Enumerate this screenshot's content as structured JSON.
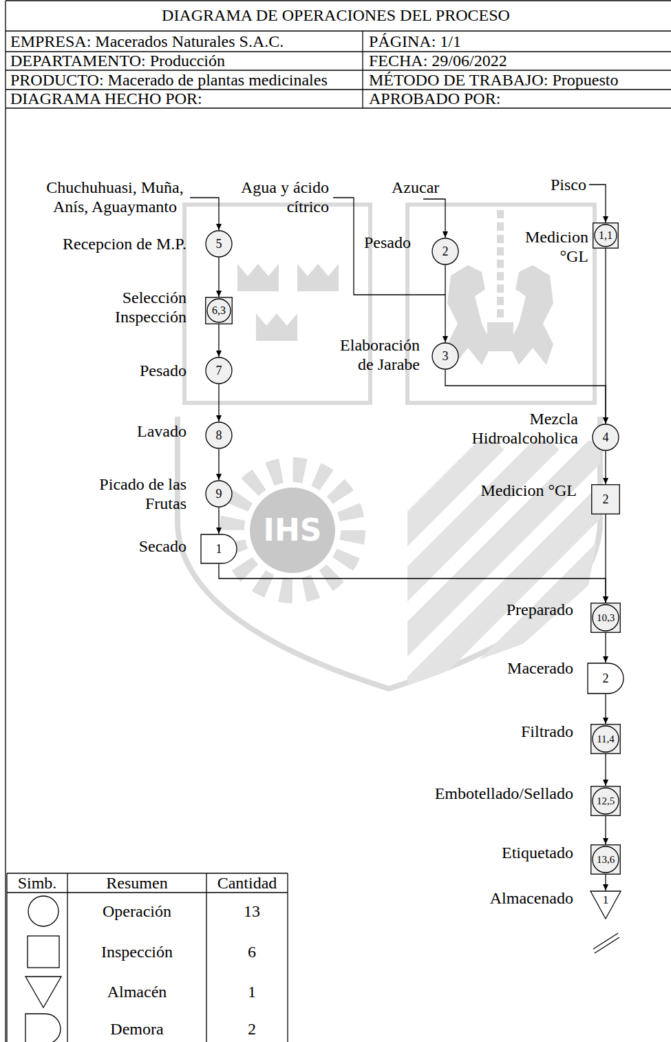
{
  "diagram": {
    "title": "DIAGRAMA DE OPERACIONES DEL PROCESO",
    "nodes": [
      {
        "text": [
          "Recepcion de M.P.",
          "5"
        ]
      },
      {
        "text": [
          "Pesado",
          "2"
        ]
      },
      {
        "text": [
          "Medicion °GL",
          "1,1"
        ]
      },
      {
        "text": [
          "Selección Inspección",
          "6,3"
        ]
      },
      {
        "text": [
          "Elaboración de Jarabe",
          "3"
        ]
      },
      {
        "text": [
          "Pesado",
          "7"
        ]
      },
      {
        "text": [
          "Lavado",
          "8"
        ]
      },
      {
        "text": [
          "Mezcla Hidroalcoholica",
          "4"
        ]
      },
      {
        "text": [
          "Picado de las Frutas",
          "9"
        ]
      },
      {
        "text": [
          "Medicion °GL",
          "2"
        ]
      },
      {
        "text": [
          "Secado",
          "1"
        ]
      },
      {
        "text": [
          "Preparado",
          "10,3"
        ]
      },
      {
        "text": [
          "Macerado",
          "2"
        ]
      },
      {
        "text": [
          "Filtrado",
          "11,4"
        ]
      },
      {
        "text": [
          "Embotellado/Sellado",
          "12,5"
        ]
      },
      {
        "text": [
          "Etiquetado",
          "13,6"
        ]
      },
      {
        "text": [
          "Almacenado",
          "1"
        ]
      }
    ],
    "edges": [
      {
        "from": 0,
        "to": 3,
        "arrow": "to"
      },
      {
        "from": 3,
        "to": 5,
        "arrow": "to"
      },
      {
        "from": 5,
        "to": 6,
        "arrow": "to"
      },
      {
        "from": 6,
        "to": 8,
        "arrow": "to"
      },
      {
        "from": 8,
        "to": 10,
        "arrow": "to"
      },
      {
        "from": 10,
        "to": 11,
        "arrow": "to"
      },
      {
        "from": 1,
        "to": 4,
        "arrow": "to"
      },
      {
        "from": 2,
        "to": 7,
        "arrow": "to"
      },
      {
        "from": 4,
        "to": 7,
        "arrow": "to"
      },
      {
        "from": 7,
        "to": 9,
        "arrow": "to"
      },
      {
        "from": 9,
        "to": 11,
        "arrow": "to"
      },
      {
        "from": 11,
        "to": 12,
        "arrow": "to"
      },
      {
        "from": 12,
        "to": 13,
        "arrow": "to"
      },
      {
        "from": 13,
        "to": 14,
        "arrow": "to"
      },
      {
        "from": 14,
        "to": 15,
        "arrow": "to"
      },
      {
        "from": 15,
        "to": 16,
        "arrow": "to"
      }
    ],
    "labels": [
      "EMPRESA: Macerados Naturales S.A.C.",
      "PÁGINA: 1/1",
      "DEPARTAMENTO: Producción",
      "FECHA: 29/06/2022",
      "PRODUCTO: Macerado de plantas medicinales",
      "MÉTODO DE TRABAJO: Propuesto",
      "DIAGRAMA HECHO POR:",
      "APROBADO POR:",
      "Chuchuhuasi, Muña, Anís, Aguaymanto",
      "Agua y ácido cítrico",
      "Azucar",
      "Pisco",
      "IHS",
      "Simb.",
      "Resumen",
      "Cantidad",
      "13",
      "6",
      "1",
      "2"
    ],
    "legend": [
      {
        "text": "Operación"
      },
      {
        "text": "Inspección"
      },
      {
        "text": "Almacén"
      },
      {
        "text": "Demora"
      }
    ]
  }
}
